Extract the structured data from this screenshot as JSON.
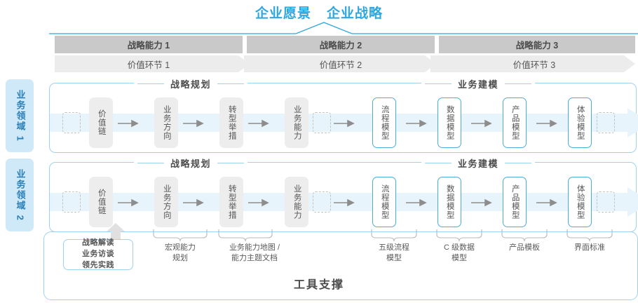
{
  "header": {
    "title_left": "企业愿景",
    "title_right": "企业战略"
  },
  "capabilities": [
    {
      "label": "战略能力 1"
    },
    {
      "label": "战略能力 2"
    },
    {
      "label": "战略能力 3"
    }
  ],
  "value_links": [
    {
      "label": "价值环节 1"
    },
    {
      "label": "价值环节 2"
    },
    {
      "label": "价值环节 3"
    }
  ],
  "domains": [
    {
      "label": "业务领域 1"
    },
    {
      "label": "业务领域 2"
    }
  ],
  "sections": [
    {
      "label": "战略规划"
    },
    {
      "label": "业务建模"
    }
  ],
  "steps": [
    {
      "label": "价值链",
      "style": "gray"
    },
    {
      "label": "业务方向",
      "style": "gray"
    },
    {
      "label": "转型举措",
      "style": "gray"
    },
    {
      "label": "业务能力",
      "style": "gray"
    },
    {
      "label": "流程模型",
      "style": "blue"
    },
    {
      "label": "数据模型",
      "style": "blue"
    },
    {
      "label": "产品模型",
      "style": "blue"
    },
    {
      "label": "体验模型",
      "style": "blue"
    }
  ],
  "callout": {
    "line1": "战略解读",
    "line2": "业务访谈",
    "line3": "领先实践"
  },
  "notes": [
    {
      "line1": "宏观能力",
      "line2": "规划"
    },
    {
      "line1": "业务能力地图 /",
      "line2": "能力主题文档"
    },
    {
      "line1": "五级流程",
      "line2": "模型"
    },
    {
      "line1": "C 级数据",
      "line2": "模型"
    },
    {
      "line1": "产品模板",
      "line2": ""
    },
    {
      "line1": "界面标准",
      "line2": ""
    }
  ],
  "footer": {
    "title": "工具支撑"
  },
  "colors": {
    "accent": "#2ea7e0",
    "border_blue": "#9ed2ee",
    "box_blue": "#4badd8",
    "bar_dark": "#c9c9c9",
    "bar_light": "#ececec",
    "box_gray": "#ededed",
    "tab_bg": "#cfe9f9"
  }
}
